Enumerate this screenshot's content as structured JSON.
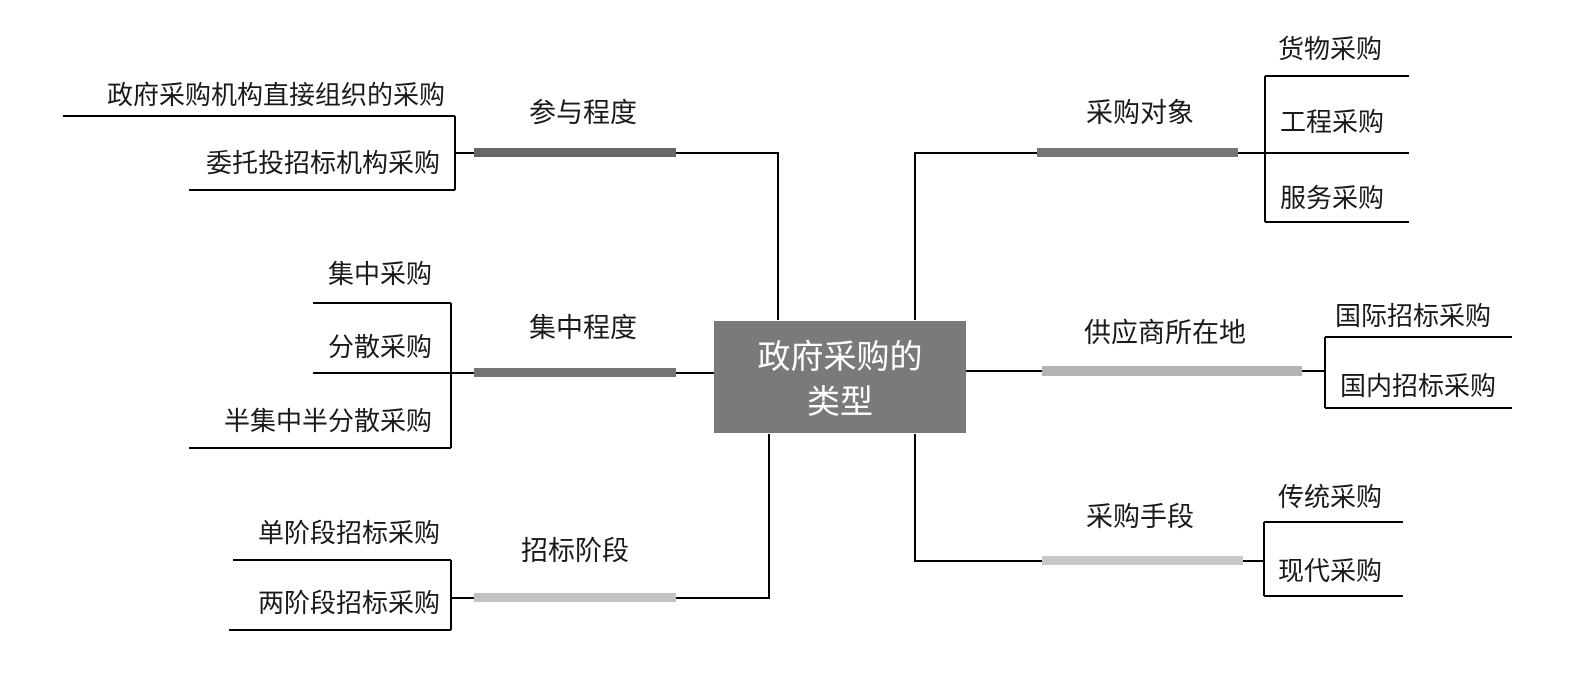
{
  "root": {
    "lines": [
      "政府采购的",
      "类型"
    ],
    "fill": "#7a7a7a",
    "text_color": "#ffffff"
  },
  "branches": {
    "participation": {
      "label": "参与程度",
      "bar_color": "#666666",
      "children": [
        "政府采购机构直接组织的采购",
        "委托投招标机构采购"
      ]
    },
    "centralization": {
      "label": "集中程度",
      "bar_color": "#747474",
      "children": [
        "集中采购",
        "分散采购",
        "半集中半分散采购"
      ]
    },
    "bidding_stage": {
      "label": "招标阶段",
      "bar_color": "#c2c2c2",
      "children": [
        "单阶段招标采购",
        "两阶段招标采购"
      ]
    },
    "object": {
      "label": "采购对象",
      "bar_color": "#767676",
      "children": [
        "货物采购",
        "工程采购",
        "服务采购"
      ]
    },
    "supplier_location": {
      "label": "供应商所在地",
      "bar_color": "#b3b3b3",
      "children": [
        "国际招标采购",
        "国内招标采购"
      ]
    },
    "means": {
      "label": "采购手段",
      "bar_color": "#c8c8c8",
      "children": [
        "传统采购",
        "现代采购"
      ]
    }
  }
}
